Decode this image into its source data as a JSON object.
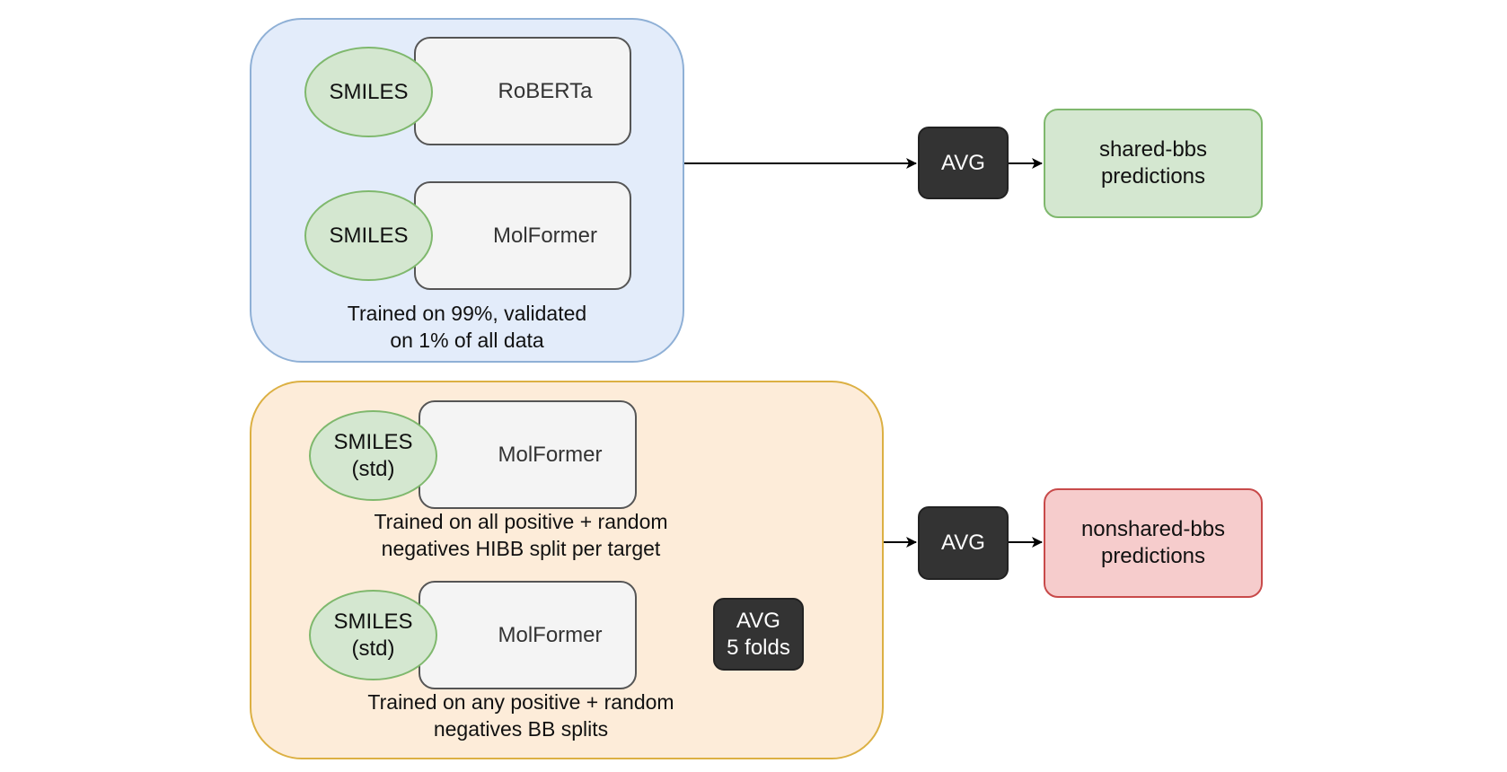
{
  "groups": {
    "shared": {
      "caption": "Trained on 99%, validated\non 1% of all data",
      "models": [
        {
          "input": "SMILES",
          "model": "RoBERTa"
        },
        {
          "input": "SMILES",
          "model": "MolFormer"
        }
      ],
      "avg": "AVG",
      "output": "shared-bbs\npredictions"
    },
    "nonshared": {
      "models": [
        {
          "input": "SMILES\n(std)",
          "model": "MolFormer",
          "caption": "Trained on all positive + random\nnegatives HIBB split per target"
        },
        {
          "input": "SMILES\n(std)",
          "model": "MolFormer",
          "caption": "Trained on any positive + random\nnegatives BB splits"
        }
      ],
      "folds_avg": "AVG\n5 folds",
      "avg": "AVG",
      "output": "nonshared-bbs\npredictions"
    }
  },
  "colors": {
    "group_blue_fill": "#e3ecfa",
    "group_orange_fill": "#fdecd9",
    "input_green": "#d4e7d0",
    "avg_dark": "#333333",
    "output_red": "#f6cccc"
  }
}
